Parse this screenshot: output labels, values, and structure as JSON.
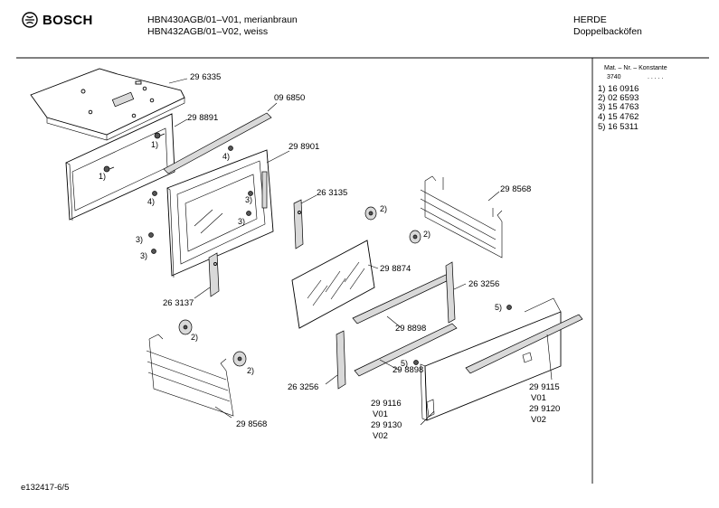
{
  "header": {
    "brand": "BOSCH",
    "model_line_1": "HBN430AGB/01–V01, merianbraun",
    "model_line_2": "HBN432AGB/01–V02, weiss",
    "category": "HERDE",
    "subcategory": "Doppelbacköfen"
  },
  "sidebar": {
    "mat_header": "Mat. – Nr. – Konstante",
    "constant": "3740",
    "dots": ". . . . .",
    "items": [
      {
        "label": "1)  16 0916"
      },
      {
        "label": "2)  02 6593"
      },
      {
        "label": "3)  15 4763"
      },
      {
        "label": "4)  15 4762"
      },
      {
        "label": "5)  16 5311"
      }
    ]
  },
  "parts": {
    "p296335": "29 6335",
    "p096850": "09 6850",
    "p298891": "29 8891",
    "p298901": "29 8901",
    "p263135": "26 3135",
    "p298568_top": "29 8568",
    "p298874": "29 8874",
    "p263256_top": "26 3256",
    "p263137": "26 3137",
    "p298898_a": "29 8898",
    "p298898_b": "29 8898",
    "p263256_bottom": "26 3256",
    "p298568_bottom": "29 8568",
    "p299115": "29 9115",
    "p299115_v01": "V01",
    "p299120": "29 9120",
    "p299120_v02": "V02",
    "p299116": "29 9116",
    "p299116_v01": "V01",
    "p299130": "29 9130",
    "p299130_v02": "V02"
  },
  "refs": {
    "r1a": "1)",
    "r1b": "1)",
    "r4a": "4)",
    "r4b": "4)",
    "r3a": "3)",
    "r3b": "3)",
    "r3c": "3)",
    "r3d": "3)",
    "r2a": "2)",
    "r2b": "2)",
    "r2c": "2)",
    "r2d": "2)",
    "r5a": "5)",
    "r5b": "5)"
  },
  "footer": {
    "doc_id": "e132417-6/5"
  }
}
